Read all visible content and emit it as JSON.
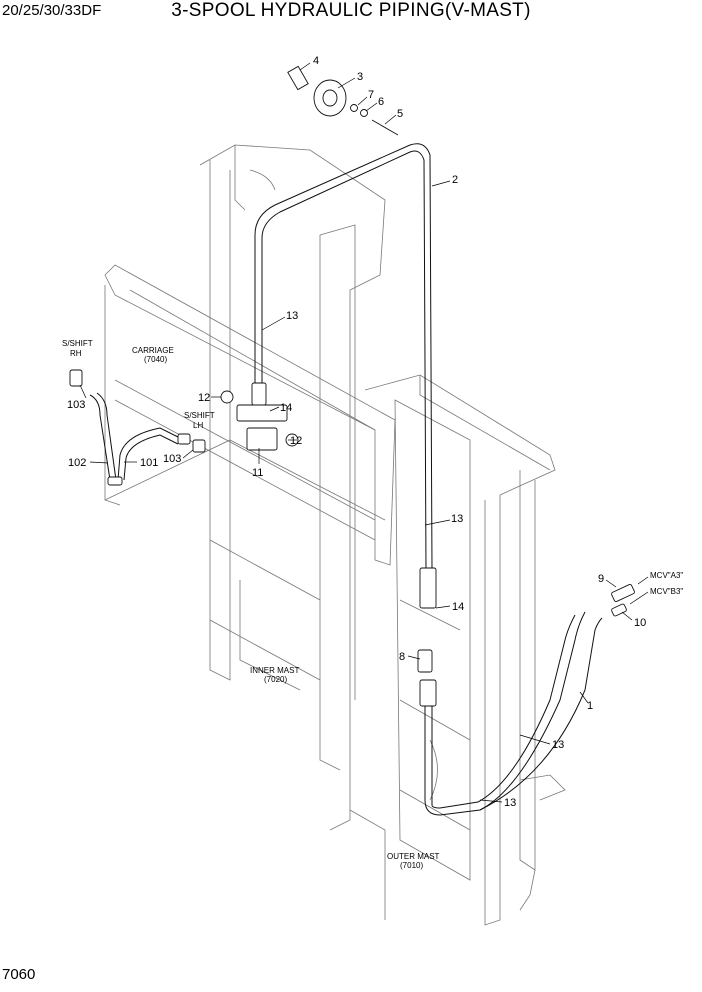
{
  "header": {
    "model_code": "20/25/30/33DF",
    "title": "3-SPOOL HYDRAULIC PIPING(V-MAST)"
  },
  "footer": {
    "page_number": "7060"
  },
  "callouts": [
    "4",
    "3",
    "7",
    "6",
    "5",
    "2",
    "13",
    "12",
    "14",
    "12",
    "11",
    "13",
    "14",
    "8",
    "9",
    "10",
    "1",
    "13",
    "13",
    "103",
    "102",
    "101",
    "103"
  ],
  "notes": {
    "sshift_rh": [
      "S/SHIFT",
      "RH"
    ],
    "sshift_lh": [
      "S/SHIFT",
      "LH"
    ],
    "carriage": [
      "CARRIAGE",
      "(7040)"
    ],
    "inner_mast": [
      "INNER MAST",
      "(7020)"
    ],
    "outer_mast": [
      "OUTER MAST",
      "(7010)"
    ],
    "mcv_a3": "MCV\"A3\"",
    "mcv_b3": "MCV\"B3\""
  }
}
